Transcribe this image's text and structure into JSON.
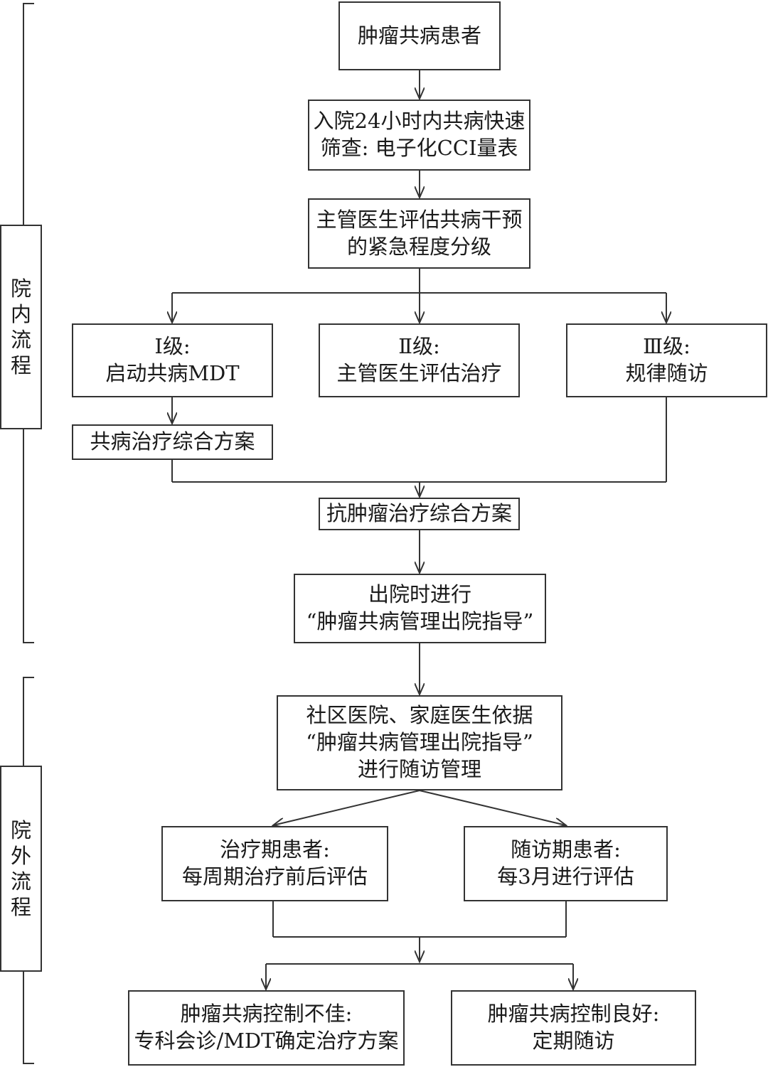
{
  "side_labels": {
    "inpatient": [
      "院",
      "内",
      "流",
      "程"
    ],
    "outpatient": [
      "院",
      "外",
      "流",
      "程"
    ]
  },
  "nodes": {
    "start": [
      "肿瘤共病患者"
    ],
    "screening": [
      "入院24小时内共病快速",
      "筛查: 电子化CCI量表"
    ],
    "assessment": [
      "主管医生评估共病干预",
      "的紧急程度分级"
    ],
    "level1": [
      "Ⅰ级:",
      "启动共病MDT"
    ],
    "level2": [
      "Ⅱ级:",
      "主管医生评估治疗"
    ],
    "level3": [
      "Ⅲ级:",
      "规律随访"
    ],
    "comorbid_plan": [
      "共病治疗综合方案"
    ],
    "antitumor_plan": [
      "抗肿瘤治疗综合方案"
    ],
    "discharge": [
      "出院时进行",
      "“肿瘤共病管理出院指导”"
    ],
    "community": [
      "社区医院、家庭医生依据",
      "“肿瘤共病管理出院指导”",
      "进行随访管理"
    ],
    "treatment_period": [
      "治疗期患者:",
      "每周期治疗前后评估"
    ],
    "followup_period": [
      "随访期患者:",
      "每3月进行评估"
    ],
    "poor_control": [
      "肿瘤共病控制不佳:",
      "专科会诊/MDT确定治疗方案"
    ],
    "good_control": [
      "肿瘤共病控制良好:",
      "定期随访"
    ]
  }
}
